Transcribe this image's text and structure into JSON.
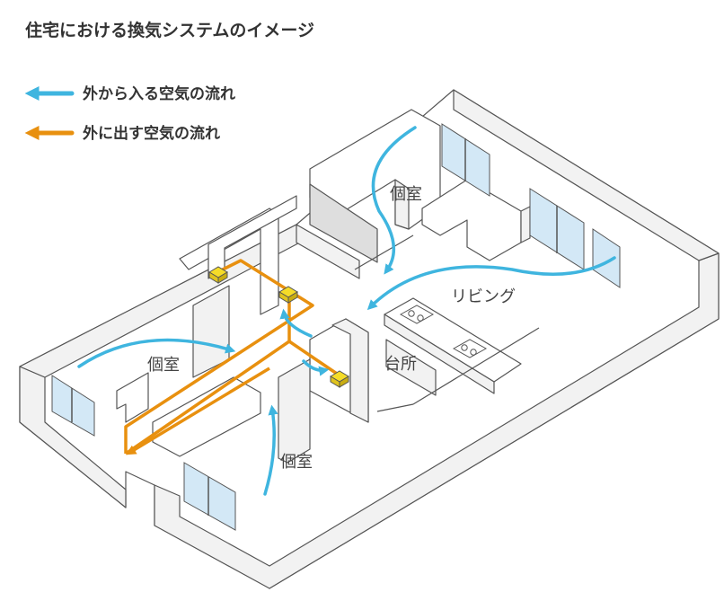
{
  "title": "住宅における換気システムのイメージ",
  "legend": {
    "inflow_label": "外から入る空気の流れ",
    "outflow_label": "外に出す空気の流れ"
  },
  "rooms": {
    "room_top": "個室",
    "living": "リビング",
    "room_left": "個室",
    "kitchen": "台所",
    "room_bottom": "個室"
  },
  "colors": {
    "inflow": "#3fb5df",
    "outflow": "#e8900f",
    "wall_top": "#ffffff",
    "wall_side": "#f2f2f2",
    "floor": "#ffffff",
    "window": "#d3e8f6",
    "fan_unit": "#f5dc28",
    "shaded_wall": "#dedede"
  },
  "icons": [
    "inflow-arrow-icon",
    "outflow-arrow-icon",
    "ventilation-fan-icon",
    "stove-burner-icon",
    "window-icon"
  ]
}
